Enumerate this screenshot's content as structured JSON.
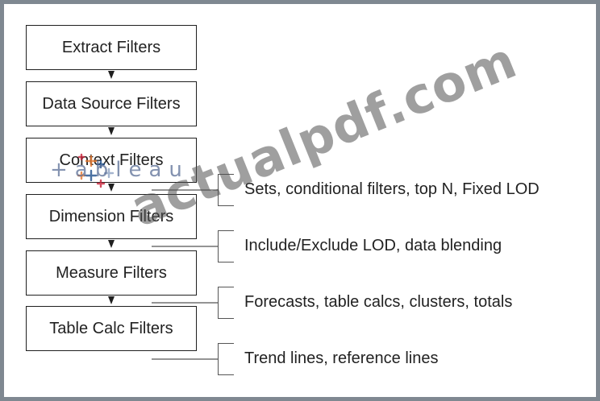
{
  "diagram": {
    "stages": [
      {
        "label": "Extract Filters"
      },
      {
        "label": "Data Source Filters"
      },
      {
        "label": "Context Filters"
      },
      {
        "label": "Dimension Filters"
      },
      {
        "label": "Measure Filters"
      },
      {
        "label": "Table Calc Filters"
      }
    ],
    "notes": [
      {
        "label": "Sets, conditional filters, top N, Fixed LOD"
      },
      {
        "label": "Include/Exclude LOD, data blending"
      },
      {
        "label": "Forecasts, table calcs, clusters, totals"
      },
      {
        "label": "Trend lines, reference lines"
      }
    ]
  },
  "watermark": {
    "text": "actualpdf.com",
    "logo_text": "+ableau"
  },
  "colors": {
    "frame": "#7f8891",
    "box_border": "#1f1f1f",
    "text": "#222222",
    "connector": "#555555",
    "watermark": "#505050",
    "logo_orange": "#e8762b",
    "logo_blue": "#1f4e8c",
    "logo_red": "#c72037"
  }
}
